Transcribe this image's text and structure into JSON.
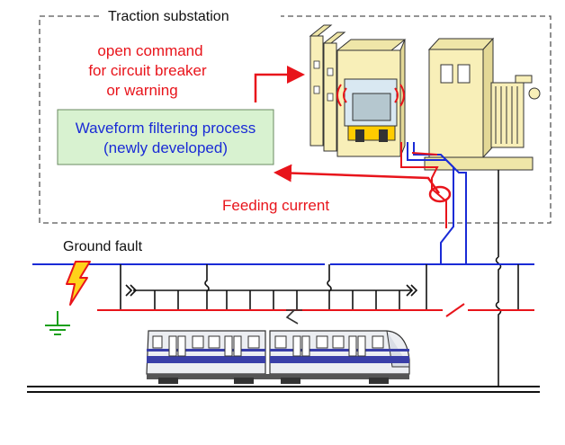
{
  "labels": {
    "substation": "Traction substation",
    "command_line1": "open command",
    "command_line2": "for circuit breaker",
    "command_line3": "or warning",
    "process_line1": "Waveform filtering process",
    "process_line2": "(newly developed)",
    "feeding_current": "Feeding current",
    "ground_fault": "Ground fault"
  },
  "colors": {
    "command_text": "#e8141b",
    "process_text": "#1a2bd6",
    "process_box": "#d8f2d0",
    "feeder": "#1a2bd6",
    "return": "#e8141b",
    "equipment": "#f8efb8",
    "lightning": "#ffd21a",
    "train_stripe": "#3a3fa8"
  },
  "icons": {
    "breaker": "circuit-breaker-cabinet-icon",
    "transformer": "transformer-icon",
    "lightning": "lightning-bolt-icon",
    "ground": "ground-symbol-icon",
    "train": "train-icon"
  }
}
